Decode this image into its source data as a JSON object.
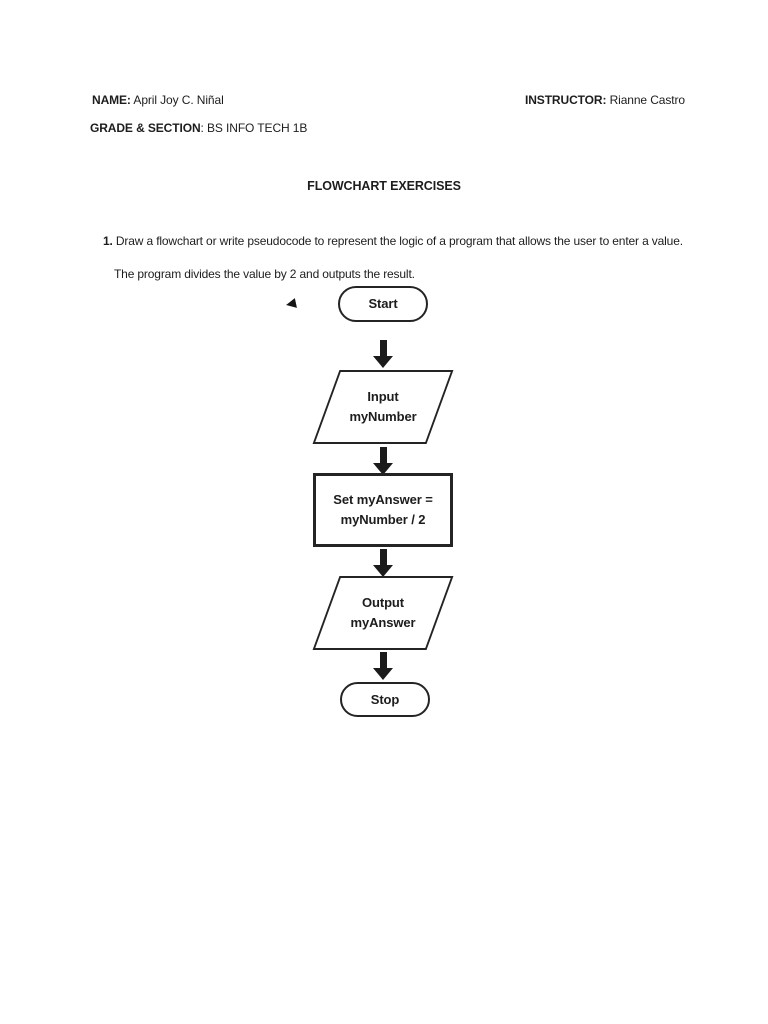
{
  "colors": {
    "ink": "#1d1d1d",
    "background": "#ffffff",
    "shape_stroke": "#242424"
  },
  "header": {
    "name_label": "NAME:",
    "name_value": "April Joy C. Niñal",
    "instructor_label": "INSTRUCTOR:",
    "instructor_value": "Rianne Castro",
    "grade_label": "GRADE & SECTION",
    "grade_value": ": BS INFO TECH 1B"
  },
  "title": "FLOWCHART EXERCISES",
  "exercise": {
    "number": "1.",
    "prompt": "Draw a flowchart or write pseudocode to represent the logic of a program that allows the user to enter a value.",
    "prompt_line2": "The program divides the value by 2 and outputs the result."
  },
  "flowchart": {
    "cursor_icon": "left-pointing-cursor",
    "nodes": [
      {
        "type": "terminator",
        "label": "Start"
      },
      {
        "type": "input",
        "line1": "Input",
        "line2": "myNumber"
      },
      {
        "type": "process",
        "line1": "Set myAnswer =",
        "line2": "myNumber / 2"
      },
      {
        "type": "output",
        "line1": "Output",
        "line2": "myAnswer"
      },
      {
        "type": "terminator",
        "label": "Stop"
      }
    ]
  }
}
